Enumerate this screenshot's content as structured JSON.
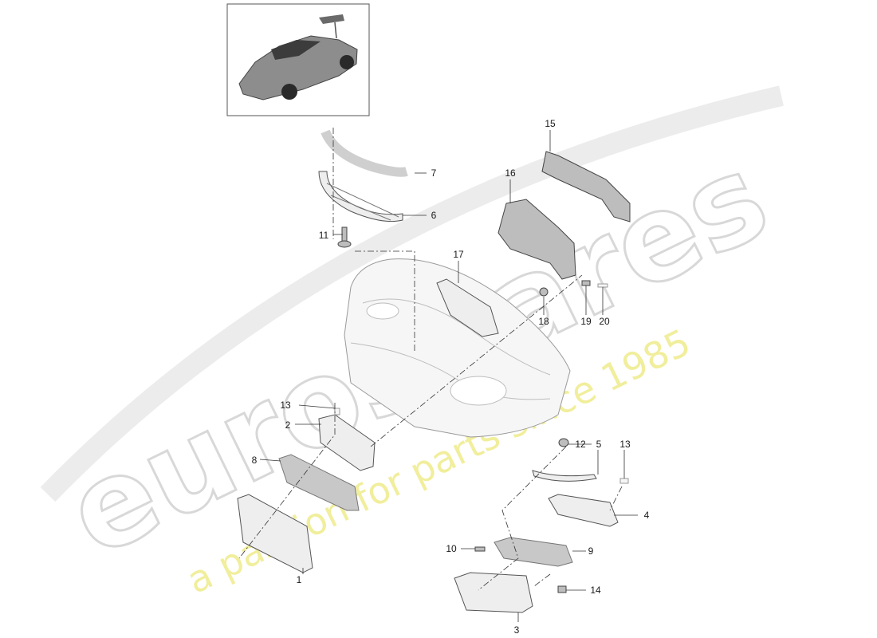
{
  "watermark": {
    "brand": "eurospares",
    "tagline": "a passion for parts since 1985"
  },
  "callouts": [
    {
      "id": "1",
      "label": "1"
    },
    {
      "id": "2",
      "label": "2"
    },
    {
      "id": "3",
      "label": "3"
    },
    {
      "id": "4",
      "label": "4"
    },
    {
      "id": "5",
      "label": "5"
    },
    {
      "id": "6",
      "label": "6"
    },
    {
      "id": "7",
      "label": "7"
    },
    {
      "id": "8",
      "label": "8"
    },
    {
      "id": "9",
      "label": "9"
    },
    {
      "id": "10",
      "label": "10"
    },
    {
      "id": "11",
      "label": "11"
    },
    {
      "id": "12",
      "label": "12"
    },
    {
      "id": "13a",
      "label": "13"
    },
    {
      "id": "13b",
      "label": "13"
    },
    {
      "id": "14",
      "label": "14"
    },
    {
      "id": "15",
      "label": "15"
    },
    {
      "id": "16",
      "label": "16"
    },
    {
      "id": "17",
      "label": "17"
    },
    {
      "id": "18",
      "label": "18"
    },
    {
      "id": "19",
      "label": "19"
    },
    {
      "id": "20",
      "label": "20"
    }
  ],
  "icons": {
    "thumbnail": "car-thumbnail-icon"
  }
}
